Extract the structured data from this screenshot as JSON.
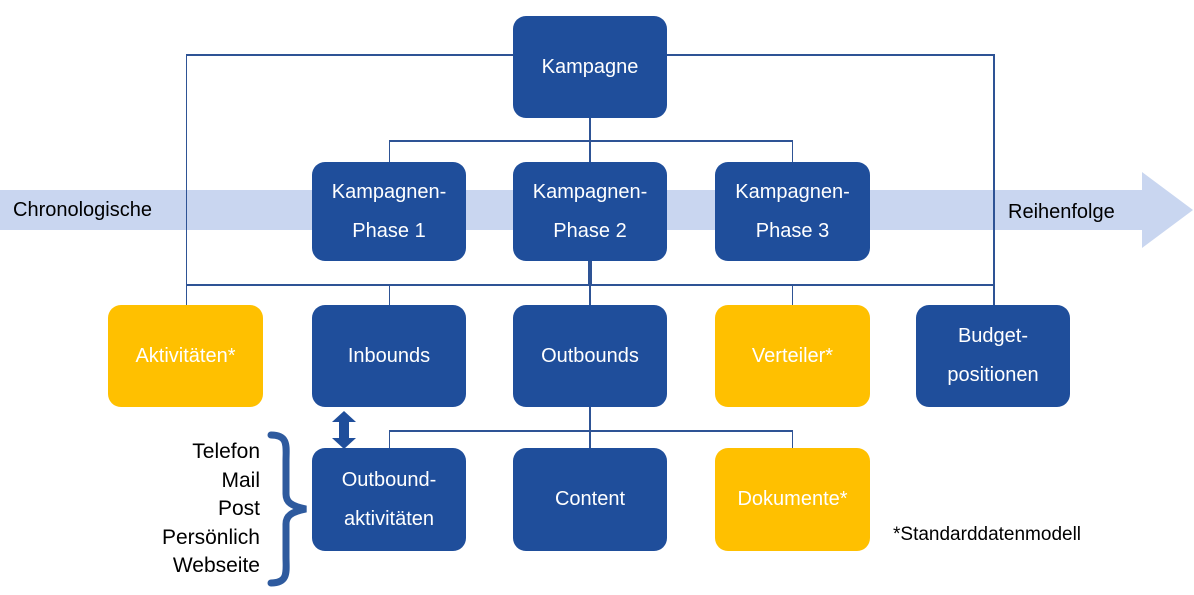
{
  "diagram": {
    "timeline": {
      "left_label": "Chronologische",
      "right_label": "Reihenfolge"
    },
    "root": {
      "label": "Kampagne"
    },
    "phases": [
      {
        "label": "Kampagnen-\nPhase 1"
      },
      {
        "label": "Kampagnen-\nPhase 2"
      },
      {
        "label": "Kampagnen-\nPhase 3"
      }
    ],
    "level3": [
      {
        "label": "Aktivitäten*"
      },
      {
        "label": "Inbounds"
      },
      {
        "label": "Outbounds"
      },
      {
        "label": "Verteiler*"
      },
      {
        "label": "Budget-\npositionen"
      }
    ],
    "level4": [
      {
        "label": "Outbound-\naktivitäten"
      },
      {
        "label": "Content"
      },
      {
        "label": "Dokumente*"
      }
    ],
    "channels": [
      "Telefon",
      "Mail",
      "Post",
      "Persönlich",
      "Webseite"
    ],
    "footnote": "*Standarddatenmodell",
    "colors": {
      "node_blue": "#1F4E9B",
      "node_yellow": "#FFC000",
      "timeline_band": "#C9D6F0",
      "connector_line": "#2E5395",
      "node_text": "#FFFFFF",
      "label_text": "#000000"
    }
  }
}
